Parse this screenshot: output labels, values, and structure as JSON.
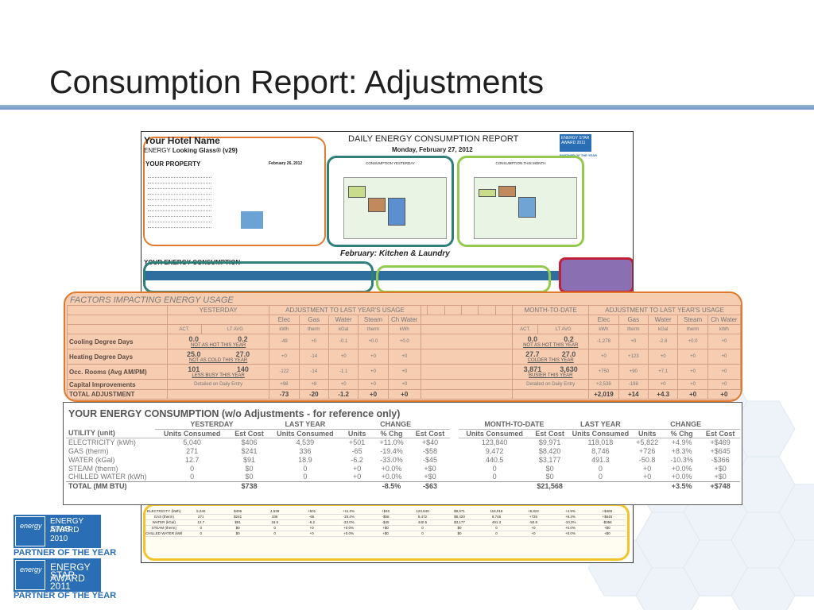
{
  "slide": {
    "title": "Consumption Report: Adjustments"
  },
  "report_thumb": {
    "hotel_name": "Your Hotel Name",
    "energy_prefix": "ENERGY ",
    "looking_glass": "Looking Glass® (v29)",
    "title": "DAILY ENERGY CONSUMPTION REPORT",
    "date": "Monday, February 27, 2012",
    "your_property": "YOUR PROPERTY",
    "property_date": "February 26, 2012",
    "chart_left_title": "CONSUMPTION YESTERDAY",
    "chart_right_title": "CONSUMPTION THIS MONTH",
    "kitchen": "February: Kitchen & Laundry",
    "your_energy": "YOUR ENERGY CONSUMPTION",
    "es_badge": "ENERGY STAR AWARD 2011",
    "es_badge_sub": "PARTNER OF THE YEAR"
  },
  "factors": {
    "title": "FACTORS IMPACTING ENERGY USAGE",
    "yesterday": "YESTERDAY",
    "adjustment": "ADJUSTMENT TO LAST YEAR'S USAGE",
    "mtd": "MONTH-TO-DATE",
    "util_cols": [
      "Elec",
      "Gas",
      "Water",
      "Steam",
      "Ch Water"
    ],
    "unit_cols": [
      "kWh",
      "therm",
      "kGal",
      "therm",
      "kWh"
    ],
    "act": "ACT.",
    "lt_avg": "LT AVG",
    "rows": [
      {
        "label": "Cooling Degree Days",
        "y_act": "0.0",
        "y_lt": "0.2",
        "y_note": "NOT AS HOT THIS YEAR",
        "y_adj": [
          "-49",
          "+0",
          "-0.1",
          "+0.0",
          "+0.0"
        ],
        "m_act": "0.0",
        "m_lt": "0.2",
        "m_note": "NOT AS HOT THIS YEAR",
        "m_adj": [
          "-1,278",
          "+0",
          "-2.8",
          "+0.0",
          "+0"
        ]
      },
      {
        "label": "Heating Degree Days",
        "y_act": "25.0",
        "y_lt": "27.0",
        "y_note": "NOT AS COLD THIS YEAR",
        "y_adj": [
          "+0",
          "-14",
          "+0",
          "+0",
          "+0"
        ],
        "m_act": "27.7",
        "m_lt": "27.0",
        "m_note": "COLDER THIS YEAR",
        "m_adj": [
          "+0",
          "+123",
          "+0",
          "+0",
          "+0"
        ]
      },
      {
        "label": "Occ. Rooms (Avg AM/PM)",
        "y_act": "101",
        "y_lt": "140",
        "y_note": "LESS BUSY THIS YEAR",
        "y_adj": [
          "-122",
          "-14",
          "-1.1",
          "+0",
          "+0"
        ],
        "m_act": "3,871",
        "m_lt": "3,630",
        "m_note": "BUSIER THIS YEAR",
        "m_adj": [
          "+750",
          "+90",
          "+7.1",
          "+0",
          "+0"
        ]
      },
      {
        "label": "Capital Improvements",
        "y_span": "Detailed on Daily Entry",
        "y_adj": [
          "+98",
          "+8",
          "+0",
          "+0",
          "+0"
        ],
        "m_span": "Detailed on Daily Entry",
        "m_adj": [
          "+2,538",
          "-198",
          "+0",
          "+0",
          "+0"
        ]
      }
    ],
    "total_label": "TOTAL ADJUSTMENT",
    "total_y": [
      "-73",
      "-20",
      "-1.2",
      "+0",
      "+0"
    ],
    "total_m": [
      "+2,019",
      "+14",
      "+4.3",
      "+0",
      "+0"
    ]
  },
  "consumption": {
    "title": "YOUR ENERGY CONSUMPTION (w/o Adjustments - for reference only)",
    "yesterday": "YESTERDAY",
    "last_year": "LAST YEAR",
    "change": "CHANGE",
    "mtd": "MONTH-TO-DATE",
    "utility_unit": "UTILITY (unit)",
    "units_consumed": "Units Consumed",
    "est_cost": "Est Cost",
    "units": "Units",
    "pct_chg": "% Chg",
    "rows": [
      {
        "label": "ELECTRICITY (kWh)",
        "y_u": "5,040",
        "y_c": "$406",
        "ly_u": "4,539",
        "ch_u": "+501",
        "ch_p": "+11.0%",
        "ch_c": "+$40",
        "m_u": "123,840",
        "m_c": "$9,971",
        "mly_u": "118,018",
        "mch_u": "+5,822",
        "mch_p": "+4.9%",
        "mch_c": "+$469"
      },
      {
        "label": "GAS (therm)",
        "y_u": "271",
        "y_c": "$241",
        "ly_u": "336",
        "ch_u": "-65",
        "ch_p": "-19.4%",
        "ch_c": "-$58",
        "m_u": "9,472",
        "m_c": "$8,420",
        "mly_u": "8,746",
        "mch_u": "+726",
        "mch_p": "+8.3%",
        "mch_c": "+$645"
      },
      {
        "label": "WATER (kGal)",
        "y_u": "12.7",
        "y_c": "$91",
        "ly_u": "18.9",
        "ch_u": "-6.2",
        "ch_p": "-33.0%",
        "ch_c": "-$45",
        "m_u": "440.5",
        "m_c": "$3,177",
        "mly_u": "491.3",
        "mch_u": "-50.8",
        "mch_p": "-10.3%",
        "mch_c": "-$366"
      },
      {
        "label": "STEAM (therm)",
        "y_u": "0",
        "y_c": "$0",
        "ly_u": "0",
        "ch_u": "+0",
        "ch_p": "+0.0%",
        "ch_c": "+$0",
        "m_u": "0",
        "m_c": "$0",
        "mly_u": "0",
        "mch_u": "+0",
        "mch_p": "+0.0%",
        "mch_c": "+$0"
      },
      {
        "label": "CHILLED WATER (kWh)",
        "y_u": "0",
        "y_c": "$0",
        "ly_u": "0",
        "ch_u": "+0",
        "ch_p": "+0.0%",
        "ch_c": "+$0",
        "m_u": "0",
        "m_c": "$0",
        "mly_u": "0",
        "mch_u": "+0",
        "mch_p": "+0.0%",
        "mch_c": "+$0"
      }
    ],
    "total_label": "TOTAL (MM BTU)",
    "total_y_c": "$738",
    "total_ch_p": "-8.5%",
    "total_ch_c": "-$63",
    "total_m_c": "$21,568",
    "total_mch_p": "+3.5%",
    "total_mch_c": "+$748"
  },
  "logos": [
    {
      "l1": "ENERGY STAR",
      "l2": "AWARD",
      "l3": "2010",
      "mark": "energy",
      "caption": "PARTNER OF THE YEAR"
    },
    {
      "l1": "ENERGY STAR",
      "l2": "AWARD 2011",
      "l3": "",
      "mark": "energy",
      "caption": "PARTNER OF THE YEAR"
    }
  ],
  "colors": {
    "orange": "#e07b2e",
    "teal": "#2e7f7a",
    "green": "#93c94c",
    "red": "#c0203a",
    "yellow": "#f2c42c",
    "energy_star_blue": "#2a6eb5"
  }
}
